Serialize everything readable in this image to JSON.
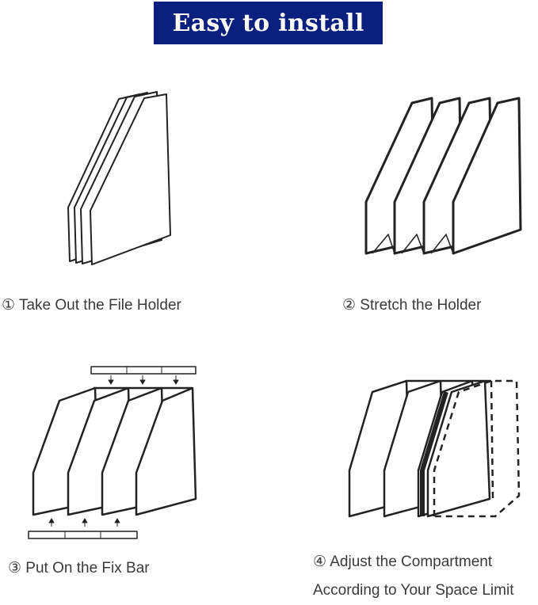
{
  "header": {
    "title": "Easy to install"
  },
  "steps": [
    {
      "label": "①  Take Out the File Holder"
    },
    {
      "label": "②  Stretch the Holder"
    },
    {
      "label": "③  Put On the Fix Bar"
    },
    {
      "label_line1": "④  Adjust the Compartment",
      "label_line2": "According to Your Space Limit"
    }
  ],
  "colors": {
    "banner": "#0b1f7e",
    "banner_text": "#ffffff",
    "line_art": "#222222"
  }
}
